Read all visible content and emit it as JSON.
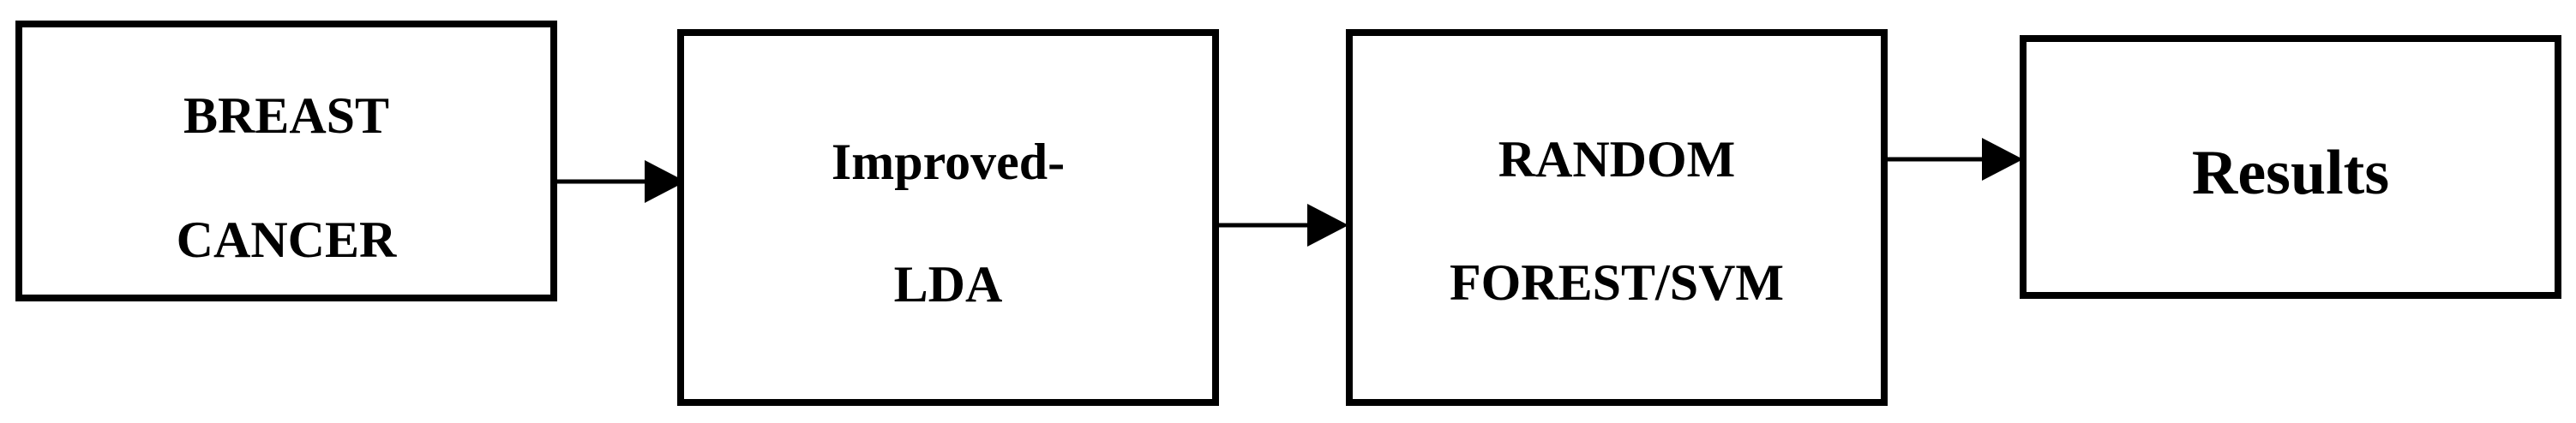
{
  "diagram": {
    "nodes": [
      {
        "id": "breast-cancer",
        "lines": [
          "BREAST",
          "CANCER"
        ]
      },
      {
        "id": "improved-lda",
        "lines": [
          "Improved-",
          "LDA"
        ]
      },
      {
        "id": "random-forest-svm",
        "lines": [
          "RANDOM",
          "FOREST/SVM"
        ]
      },
      {
        "id": "results",
        "lines": [
          "Results"
        ]
      }
    ],
    "edges": [
      {
        "from": "breast-cancer",
        "to": "improved-lda"
      },
      {
        "from": "improved-lda",
        "to": "random-forest-svm"
      },
      {
        "from": "random-forest-svm",
        "to": "results"
      }
    ],
    "colors": {
      "stroke": "#000000",
      "fill": "#ffffff",
      "text": "#000000"
    }
  }
}
